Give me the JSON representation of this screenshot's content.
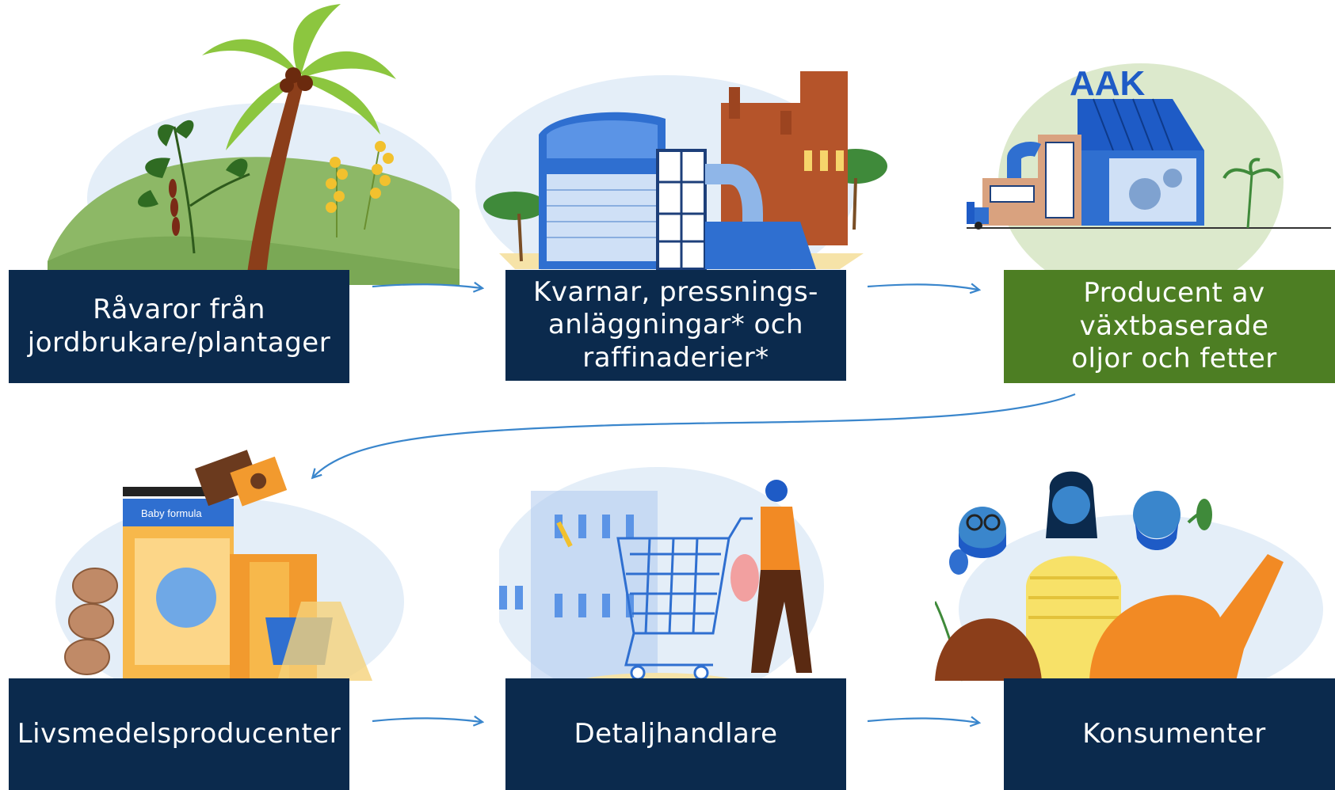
{
  "steps": [
    {
      "label": "Råvaror från\njordbrukare/plantager"
    },
    {
      "label": "Kvarnar, pressnings-\nanläggningar* och\nraffinaderier*"
    },
    {
      "label": "Producent av\nväxtbaserade\noljor och fetter"
    },
    {
      "label": "Livsmedelsproducenter"
    },
    {
      "label": "Detaljhandlare"
    },
    {
      "label": "Konsumenter"
    }
  ],
  "logo": "AAK",
  "product_label": "Baby formula",
  "colors": {
    "box_navy": "#0b2a4d",
    "box_green": "#4d7e23",
    "arrow_blue": "#3a86cc"
  }
}
